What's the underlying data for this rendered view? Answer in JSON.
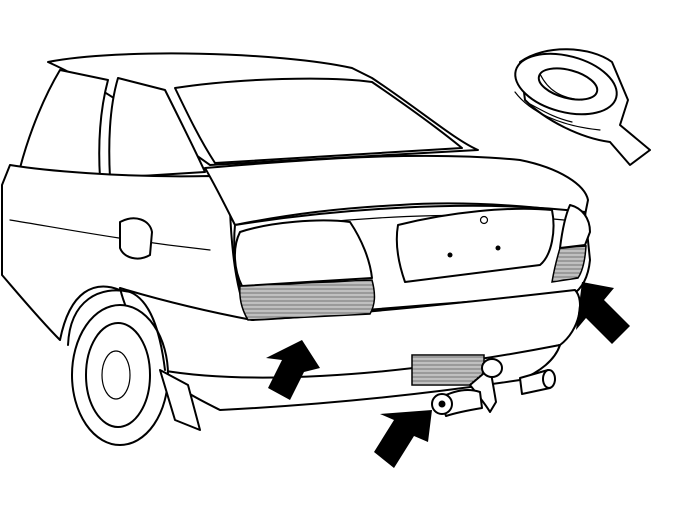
{
  "illustration": {
    "subject": "car-rear-with-tow-bar",
    "colors": {
      "line": "#000000",
      "background": "#ffffff",
      "arrow": "#000000"
    },
    "icons": [
      "car-rear-illustration",
      "tape-roll-icon",
      "pointer-arrow-icon"
    ],
    "arrow_count": 3
  }
}
